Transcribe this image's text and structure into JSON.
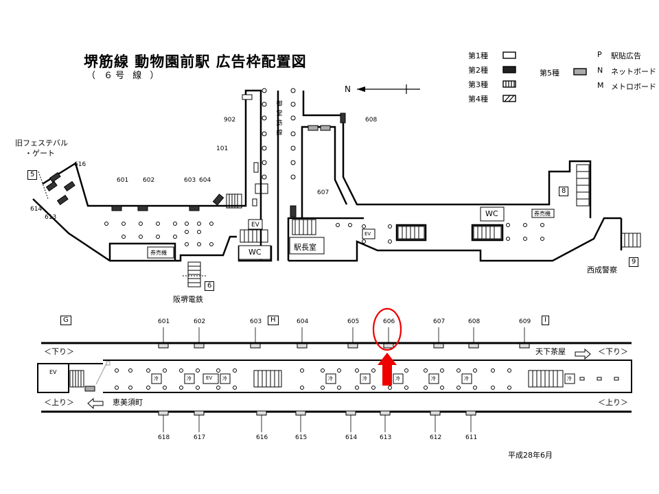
{
  "title": "堺筋線  動物園前駅  広告枠配置図",
  "subtitle": "（ ６号 線 ）",
  "north_label": "N",
  "legend": {
    "types": [
      "第1種",
      "第2種",
      "第3種",
      "第4種"
    ],
    "type5": "第5種",
    "codes": [
      {
        "code": "P",
        "text": "駅貼広告"
      },
      {
        "code": "N",
        "text": "ネットボード"
      },
      {
        "code": "M",
        "text": "メトロボード"
      }
    ]
  },
  "upper": {
    "old_gate": "旧フェステバル\n・ゲート",
    "old_gate_line1": "旧フェステバル",
    "old_gate_line2": "・ゲート",
    "midosuji": "御堂筋線",
    "hankai": "阪堺電鉄",
    "nishinari": "西成警察",
    "station_office": "駅長室",
    "wc": "WC",
    "ev": "EV",
    "ticket": "券売機",
    "exits": [
      "5",
      "6",
      "8",
      "9"
    ],
    "labels": [
      "601",
      "602",
      "603",
      "604",
      "616",
      "614",
      "613",
      "101",
      "902",
      "607",
      "608"
    ]
  },
  "lower": {
    "top_numbers": [
      "601",
      "602",
      "603",
      "604",
      "605",
      "606",
      "607",
      "608",
      "609"
    ],
    "bottom_numbers": [
      "618",
      "617",
      "616",
      "615",
      "614",
      "613",
      "612",
      "611"
    ],
    "markers": [
      "G",
      "H",
      "I"
    ],
    "down": "＜下り＞",
    "up": "＜上り＞",
    "tengachaya": "天下茶屋",
    "ebisucho": "恵美須町",
    "ev": "EV",
    "cooler": "冷"
  },
  "date": "平成28年6月"
}
